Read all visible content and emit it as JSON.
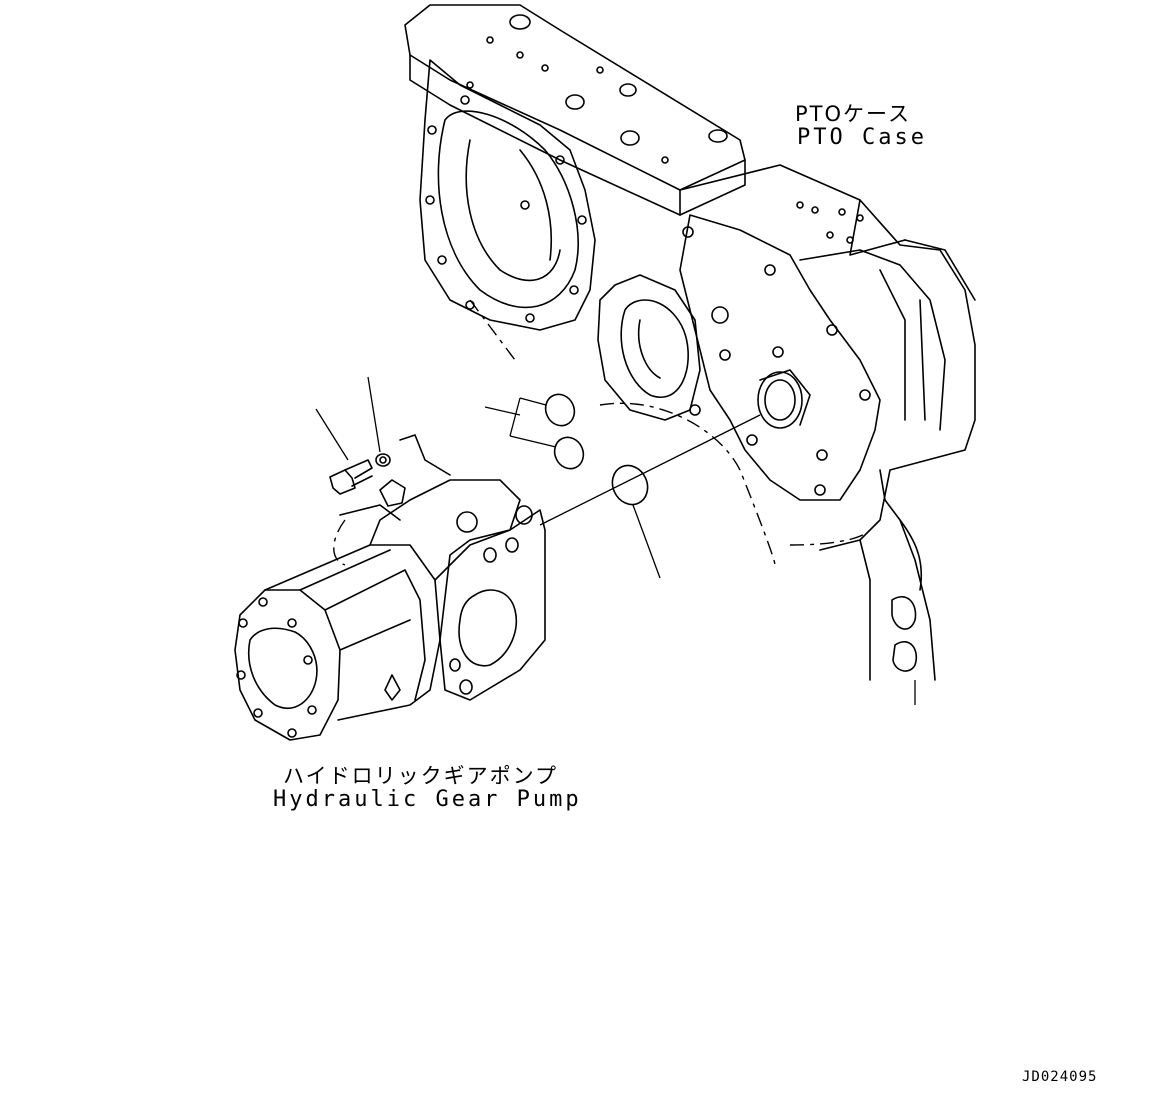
{
  "labels": {
    "pto_case_jp": "PTOケース",
    "pto_case_en": "PTO Case",
    "pump_jp": "ハイドロリックギアポンプ",
    "pump_en": "Hydraulic Gear Pump",
    "drawing_code": "JD024095"
  },
  "colors": {
    "line": "#000000",
    "background": "#ffffff"
  }
}
